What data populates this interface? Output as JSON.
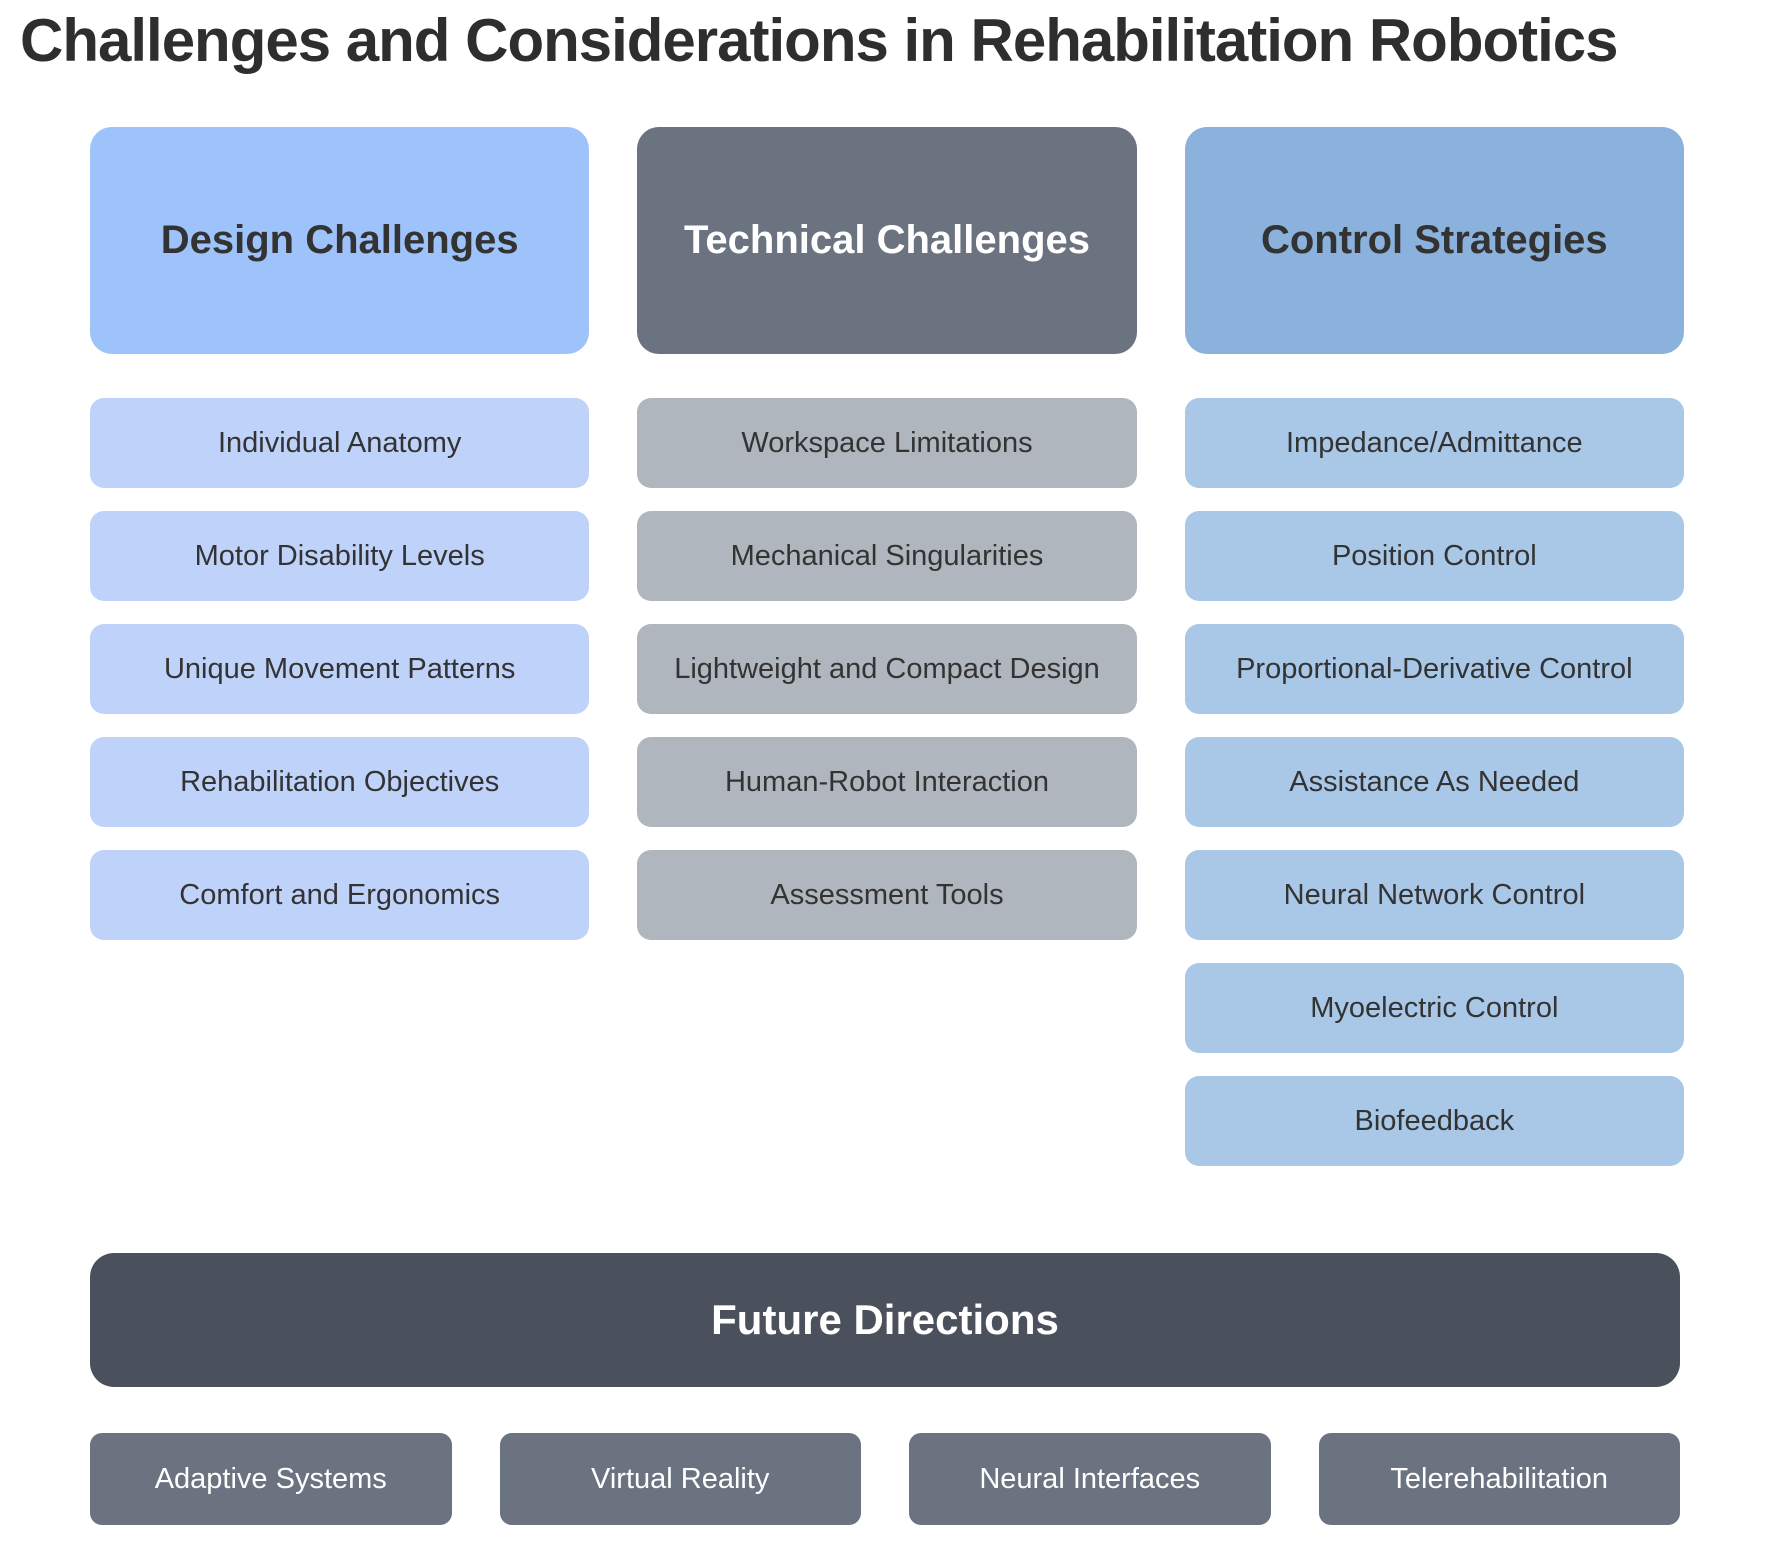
{
  "title": "Challenges and Considerations in Rehabilitation Robotics",
  "columns": [
    {
      "header": "Design Challenges",
      "header_bg": "#9EC2FA",
      "header_color": "#333333",
      "item_bg": "#BFD2FA",
      "item_color": "#333333",
      "items": [
        "Individual Anatomy",
        "Motor Disability Levels",
        "Unique Movement Patterns",
        "Rehabilitation Objectives",
        "Comfort and Ergonomics"
      ]
    },
    {
      "header": "Technical Challenges",
      "header_bg": "#6B7280",
      "header_color": "#FFFFFF",
      "item_bg": "#AFB6BD",
      "item_color": "#333333",
      "items": [
        "Workspace Limitations",
        "Mechanical Singularities",
        "Lightweight and Compact Design",
        "Human-Robot Interaction",
        "Assessment Tools"
      ]
    },
    {
      "header": "Control Strategies",
      "header_bg": "#8BB2DC",
      "header_color": "#333333",
      "item_bg": "#A9C8E8",
      "item_color": "#333333",
      "items": [
        "Impedance/Admittance",
        "Position Control",
        "Proportional-Derivative Control",
        "Assistance As Needed",
        "Neural Network Control",
        "Myoelectric Control",
        "Biofeedback"
      ]
    }
  ],
  "future": {
    "header": "Future Directions",
    "header_bg": "#4A515C",
    "header_color": "#FFFFFF",
    "item_bg": "#6B7280",
    "item_color": "#FFFFFF",
    "items": [
      "Adaptive Systems",
      "Virtual Reality",
      "Neural Interfaces",
      "Telerehabilitation"
    ]
  }
}
